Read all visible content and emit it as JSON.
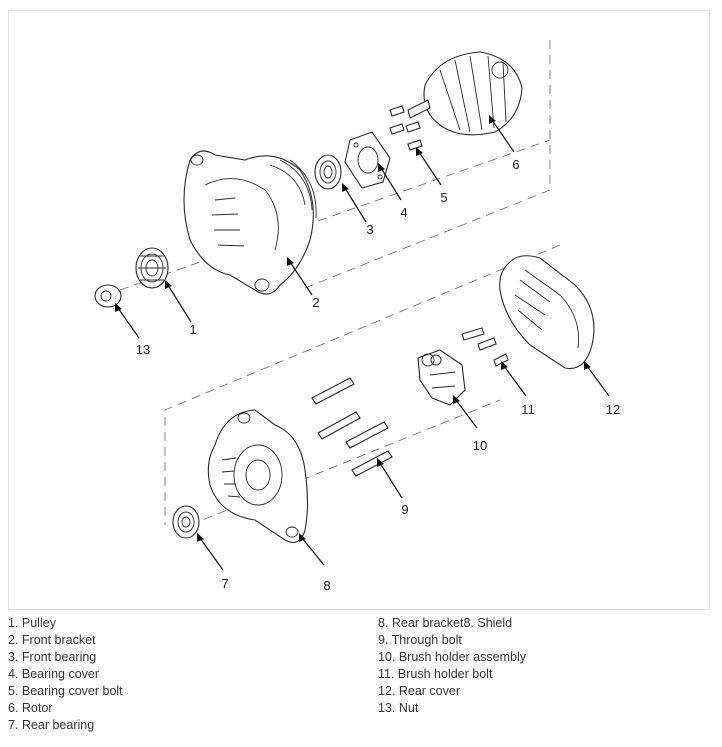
{
  "callouts": [
    "1",
    "2",
    "3",
    "4",
    "5",
    "6",
    "7",
    "8",
    "9",
    "10",
    "11",
    "12",
    "13"
  ],
  "legend_left": [
    "1. Pulley",
    "2. Front bracket",
    "3. Front bearing",
    "4. Bearing cover",
    "5. Bearing cover bolt",
    "6. Rotor",
    "7. Rear bearing"
  ],
  "legend_right": [
    "8. Rear bracket8. Shield",
    "9. Through bolt",
    "10. Brush holder assembly",
    "11. Brush holder bolt",
    "12. Rear cover",
    "13. Nut"
  ]
}
